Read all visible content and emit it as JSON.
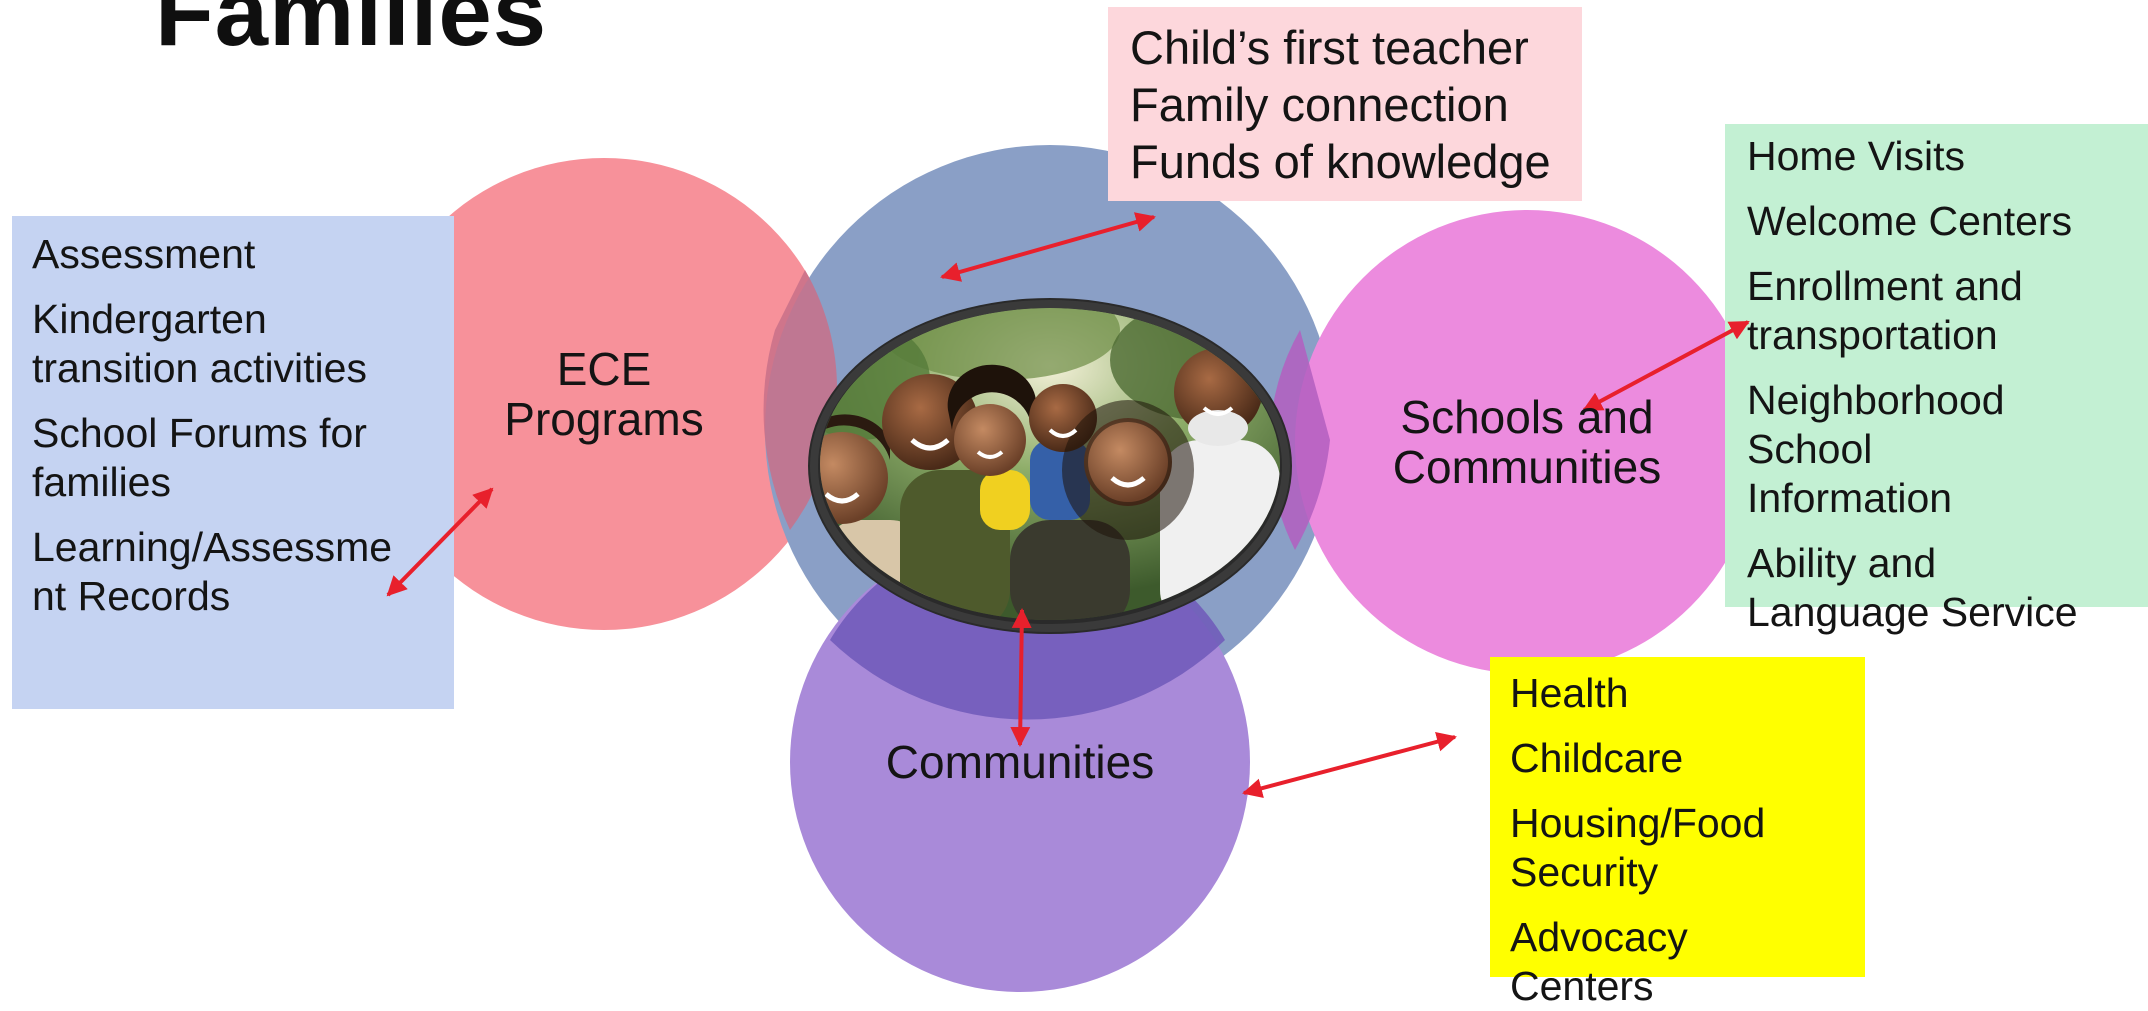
{
  "slide": {
    "title": "Families"
  },
  "colors": {
    "background": "#ffffff",
    "ece_circle": "#f7919a",
    "family_circle": "#8a9fc6",
    "schools_circle": "#ec8bde",
    "communities_circle": "#a98ad9",
    "ece_box": "#c5d3f2",
    "family_box": "#fdd7dc",
    "schools_box": "#c3f0d3",
    "communities_box": "#ffff00",
    "arrow": "#e8202c",
    "photo_frame": "#2a2a2a"
  },
  "circles": {
    "ece": {
      "label_lines": [
        "ECE",
        "Programs"
      ]
    },
    "schools": {
      "label_lines": [
        "Schools and",
        "Communities"
      ]
    },
    "communities": {
      "label_lines": [
        "Communities"
      ]
    },
    "family": {
      "photo_icon": "family-photo-icon"
    }
  },
  "boxes": {
    "ece": {
      "items": [
        [
          "Assessment"
        ],
        [
          "Kindergarten",
          "transition activities"
        ],
        [
          "School Forums for",
          "families"
        ],
        [
          "Learning/Assessme",
          "nt Records"
        ]
      ]
    },
    "family": {
      "items": [
        [
          "Child’s first teacher"
        ],
        [
          "Family connection"
        ],
        [
          "Funds of knowledge"
        ]
      ]
    },
    "schools": {
      "items": [
        [
          "Home Visits"
        ],
        [
          "Welcome Centers"
        ],
        [
          "Enrollment and",
          "transportation"
        ],
        [
          "Neighborhood",
          "School",
          "Information"
        ],
        [
          "Ability and",
          "Language Service"
        ]
      ]
    },
    "communities": {
      "items": [
        [
          "Health"
        ],
        [
          "Childcare"
        ],
        [
          "Housing/Food",
          "Security"
        ],
        [
          "Advocacy",
          "Centers"
        ]
      ]
    }
  }
}
